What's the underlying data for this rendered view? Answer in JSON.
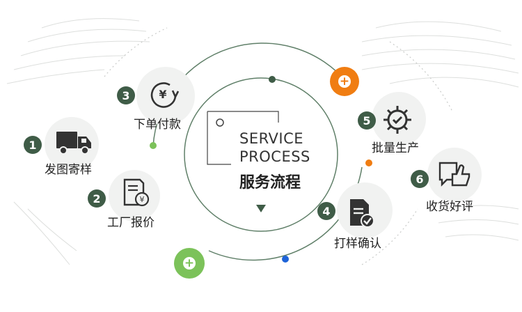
{
  "center": {
    "title_en_line1": "SERVICE",
    "title_en_line2": "PROCESS",
    "title_zh": "服务流程"
  },
  "steps": [
    {
      "number": "1",
      "label": "发图寄样",
      "icon": "delivery-truck-icon"
    },
    {
      "number": "2",
      "label": "工厂报价",
      "icon": "quote-document-icon"
    },
    {
      "number": "3",
      "label": "下单付款",
      "icon": "yuan-payment-icon"
    },
    {
      "number": "4",
      "label": "打样确认",
      "icon": "document-check-icon"
    },
    {
      "number": "5",
      "label": "批量生产",
      "icon": "gear-check-icon"
    },
    {
      "number": "6",
      "label": "收货好评",
      "icon": "thumbs-up-message-icon"
    }
  ],
  "colors": {
    "step_number": "#3f5c47",
    "ring": "#5f7f68",
    "accent_orange": "#f07d12",
    "accent_green": "#7cc25a",
    "accent_blue": "#1e63d8"
  }
}
